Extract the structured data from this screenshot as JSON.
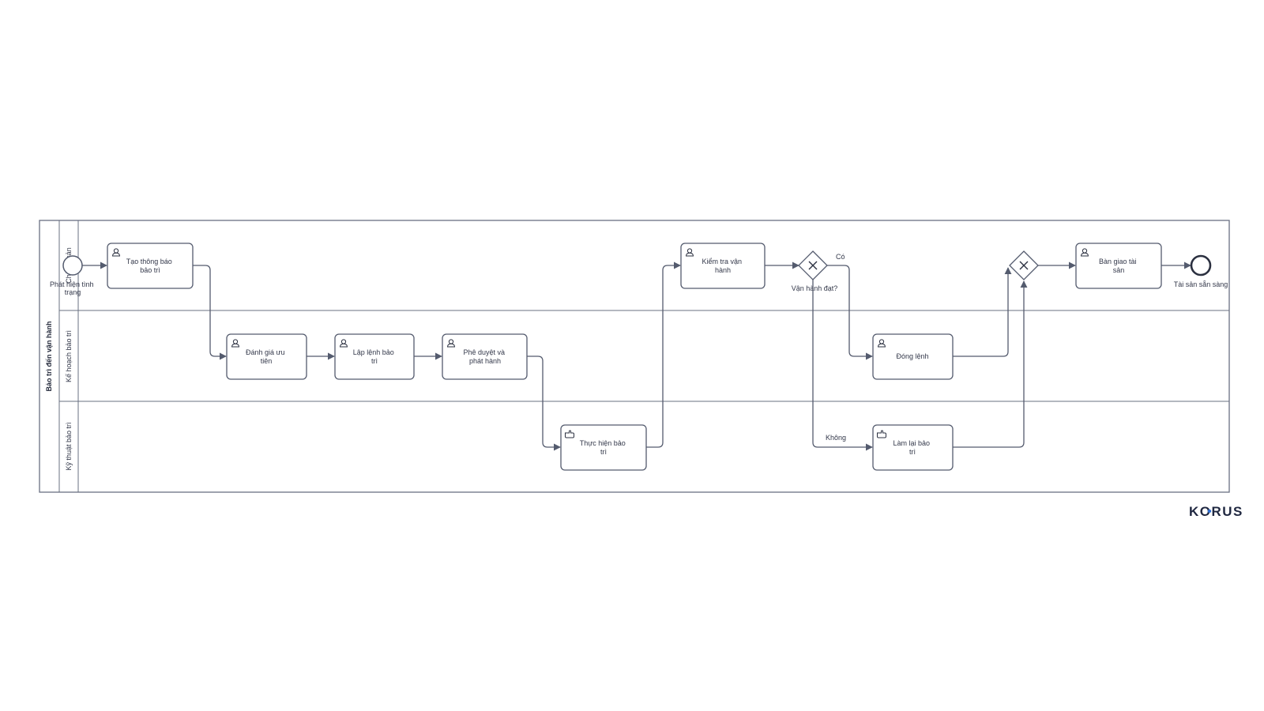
{
  "diagram": {
    "pool": {
      "title": "Bảo trì đến vận hành"
    },
    "lanes": [
      {
        "id": "asset",
        "title": "Chủ tài sản"
      },
      {
        "id": "plan",
        "title": "Kế hoạch bảo trì"
      },
      {
        "id": "tech",
        "title": "Kỹ thuật bảo trì"
      }
    ],
    "events": [
      {
        "id": "start",
        "kind": "start",
        "lines": [
          "Phát hiện tình",
          "trạng"
        ]
      },
      {
        "id": "end",
        "kind": "end",
        "lines": [
          "Tài sản sẵn sàng"
        ]
      }
    ],
    "tasks": [
      {
        "id": "t1",
        "lane": "asset",
        "icon": "user-task-icon",
        "lines": [
          "Tạo thông báo",
          "bảo trì"
        ]
      },
      {
        "id": "t2",
        "lane": "plan",
        "icon": "user-task-icon",
        "lines": [
          "Đánh giá ưu",
          "tiên"
        ]
      },
      {
        "id": "t3",
        "lane": "plan",
        "icon": "user-task-icon",
        "lines": [
          "Lập lệnh bảo",
          "trì"
        ]
      },
      {
        "id": "t4",
        "lane": "plan",
        "icon": "user-task-icon",
        "lines": [
          "Phê duyệt và",
          "phát hành"
        ]
      },
      {
        "id": "t5",
        "lane": "tech",
        "icon": "manual-task-icon",
        "lines": [
          "Thực hiện bảo",
          "trì"
        ]
      },
      {
        "id": "t6",
        "lane": "asset",
        "icon": "user-task-icon",
        "lines": [
          "Kiểm tra vận",
          "hành"
        ]
      },
      {
        "id": "t7",
        "lane": "plan",
        "icon": "user-task-icon",
        "lines": [
          "Đóng lệnh"
        ]
      },
      {
        "id": "t8",
        "lane": "tech",
        "icon": "manual-task-icon",
        "lines": [
          "Làm lại bảo",
          "trì"
        ]
      },
      {
        "id": "t9",
        "lane": "asset",
        "icon": "user-task-icon",
        "lines": [
          "Bàn giao tài",
          "sản"
        ]
      }
    ],
    "gateways": [
      {
        "id": "g1",
        "type": "exclusive",
        "label": "Vận hành đạt?"
      },
      {
        "id": "g2",
        "type": "exclusive",
        "label": ""
      }
    ],
    "flow_labels": [
      {
        "id": "yes",
        "text": "Có"
      },
      {
        "id": "no",
        "text": "Không"
      }
    ],
    "flows": [
      [
        "start",
        "t1"
      ],
      [
        "t1",
        "t2"
      ],
      [
        "t2",
        "t3"
      ],
      [
        "t3",
        "t4"
      ],
      [
        "t4",
        "t5"
      ],
      [
        "t5",
        "t6"
      ],
      [
        "t6",
        "g1"
      ],
      [
        "g1",
        "t7"
      ],
      [
        "g1",
        "t8"
      ],
      [
        "t7",
        "g2"
      ],
      [
        "t8",
        "g2"
      ],
      [
        "g2",
        "t9"
      ],
      [
        "t9",
        "end"
      ]
    ]
  },
  "logo": {
    "text": "KORUS",
    "accent": "#2f6fd6"
  },
  "colors": {
    "stroke": "#545b6e",
    "text": "#33384a"
  }
}
